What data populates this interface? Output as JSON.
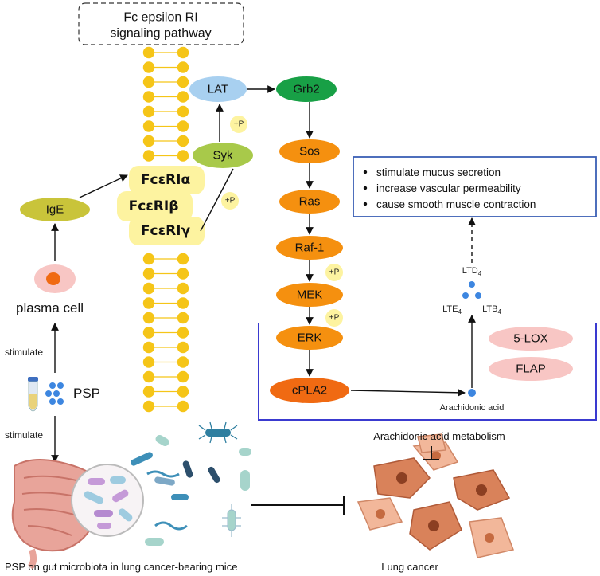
{
  "title_line1": "Fc epsilon RI",
  "title_line2": "signaling pathway",
  "receptors": [
    "FcεRIα",
    "FcεRIβ",
    "FcεRIγ"
  ],
  "nodes": {
    "ige": "IgE",
    "plasma_cell": "plasma cell",
    "lat": "LAT",
    "syk": "Syk",
    "grb2": "Grb2",
    "sos": "Sos",
    "ras": "Ras",
    "raf1": "Raf-1",
    "mek": "MEK",
    "erk": "ERK",
    "cpla2": "cPLA2",
    "lox5": "5-LOX",
    "flap": "FLAP"
  },
  "phospho_label": "+P",
  "stimulate_label": "stimulate",
  "psp_label": "PSP",
  "effects": [
    "stimulate mucus secretion",
    "increase vascular permeability",
    "cause smooth muscle contraction"
  ],
  "leukotrienes": {
    "ltd4": "LTD",
    "lte4": "LTE",
    "ltb4": "LTB",
    "sub": "4"
  },
  "arachidonic_acid": "Arachidonic acid",
  "aa_metabolism": "Arachidonic acid metabolism",
  "gut_caption": "PSP on gut microbiota in lung cancer-bearing mice",
  "lung_caption": "Lung cancer",
  "colors": {
    "membrane": "#f5c518",
    "receptor_bg": "#fdf3a0",
    "ige": "#c9c43a",
    "lat": "#a8d0f0",
    "syk": "#a8c94a",
    "grb2": "#18a046",
    "orange": "#f5900f",
    "cpla2": "#f06a12",
    "pink": "#f8c6c4",
    "box_blue": "#3b5fb5",
    "frame_blue": "#3a3ad0"
  }
}
